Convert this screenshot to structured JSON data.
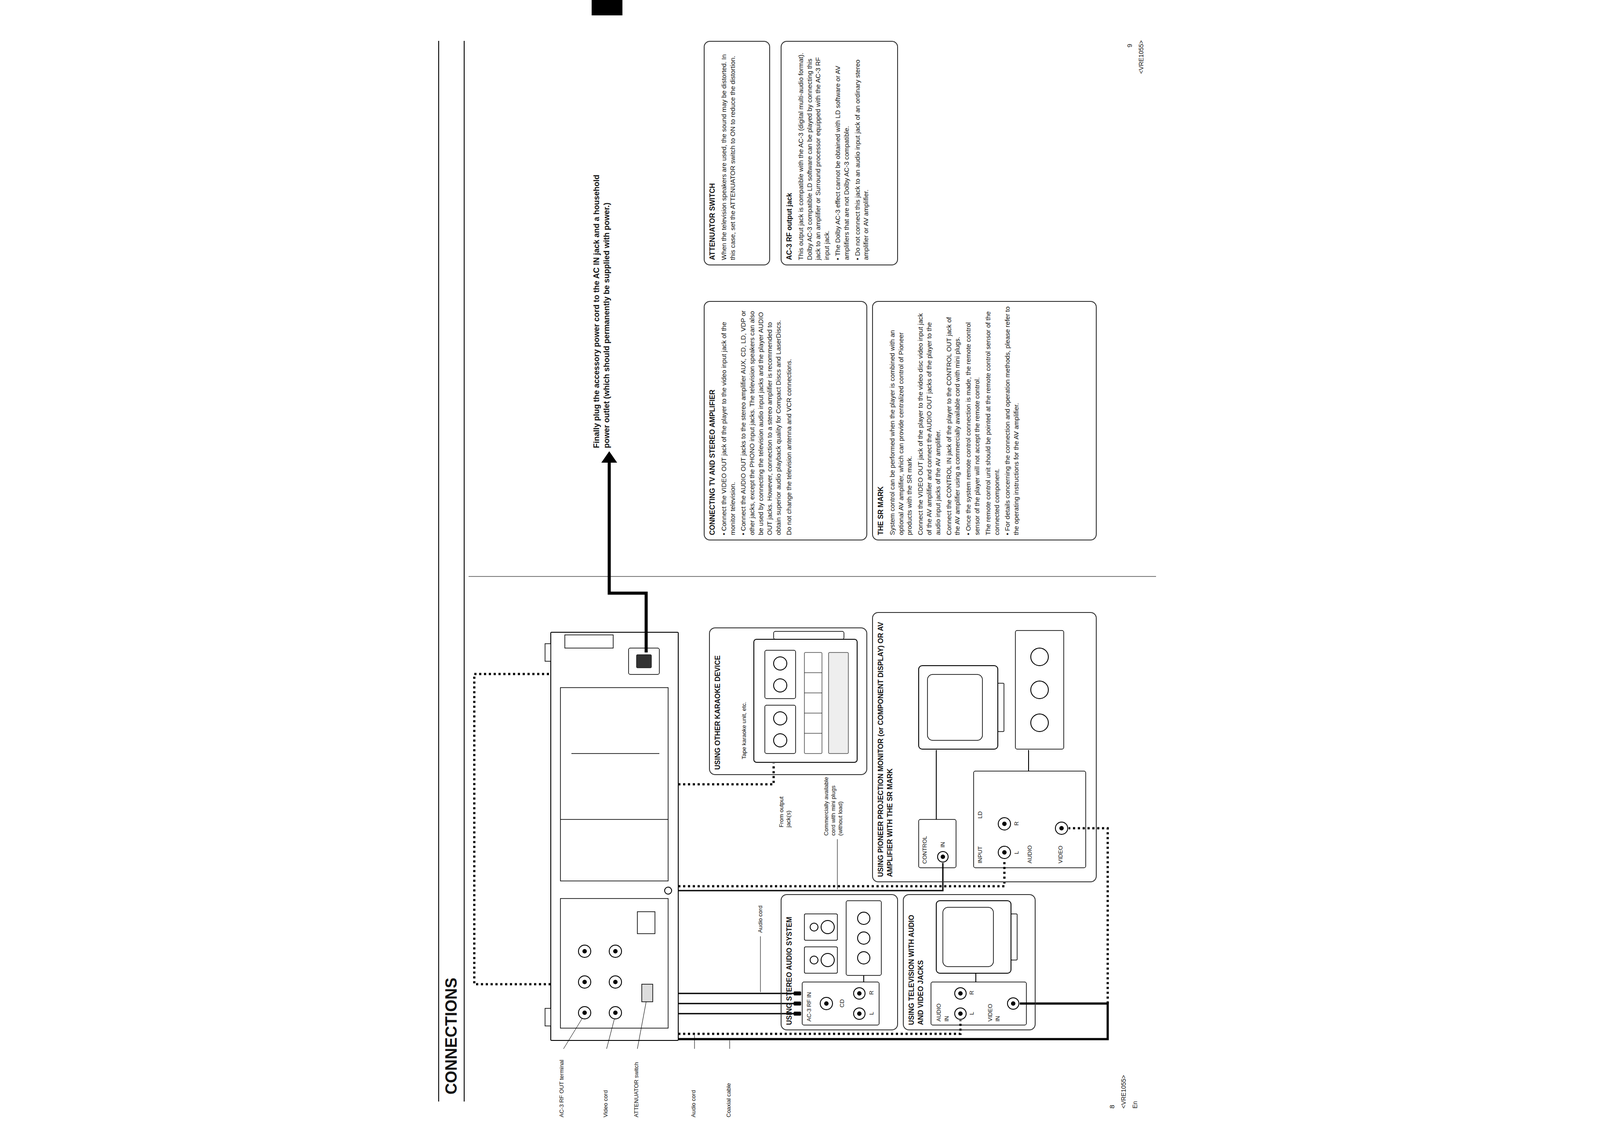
{
  "diagram": {
    "title": "CONNECTIONS",
    "nodes": [
      {
        "text": [
          "USING STEREO AUDIO SYSTEM"
        ]
      },
      {
        "text": [
          "USING TELEVISION WITH AUDIO AND VIDEO JACKS"
        ]
      },
      {
        "text": [
          "USING OTHER KARAOKE DEVICE"
        ]
      },
      {
        "text": [
          "USING PIONEER PROJECTION MONITOR (or COMPONENT DISPLAY) OR AV AMPLIFIER WITH THE SR MARK"
        ]
      },
      {
        "text": [
          "CONNECTING TV AND STEREO AMPLIFIER",
          "• Connect the VIDEO OUT jack of the player to the video input jack of the monitor television.",
          "• Connect the AUDIO OUT jacks to the stereo amplifier AUX, CD, LD, VDP or other jacks, except the PHONO input jacks. The television speakers can also be used by connecting the television audio input jacks and the player AUDIO OUT jacks. However, connection to a stereo amplifier is recommended to obtain superior audio playback quality for Compact Discs and LaserDiscs.",
          "Do not change the television antenna and VCR connections."
        ]
      },
      {
        "text": [
          "THE SR MARK",
          "System control can be performed when the player is combined with an optional AV amplifier, which can provide centralized control of Pioneer products with the SR mark.",
          "Connect the VIDEO OUT jack of the player to the video disc video input jack of the AV amplifier and connect the AUDIO OUT jacks of the player to the audio input jacks of the AV amplifier.",
          "Connect the CONTROL IN jack of the player to the CONTROL OUT jack of the AV amplifier using a commercially available cord with mini plugs.",
          "• Once the system remote control connection is made, the remote control sensor of the player will not accept the remote control.",
          "The remote control unit should be pointed at the remote control sensor of the connected component.",
          "• For details concerning the connection and operation methods, please refer to the operating instructions for the AV amplifier."
        ]
      },
      {
        "text": [
          "ATTENUATOR SWITCH",
          "When the television speakers are used, the sound may be distorted. In this case, set the ATTENUATOR switch to ON to reduce the distortion."
        ]
      },
      {
        "text": [
          "AC-3 RF output jack",
          "This output jack is compatible with the AC-3 (digital multi-audio format). Dolby AC-3 compatible LD software can be played by connecting this jack to an amplifier or Surround processor equipped with the AC-3 RF input jack.",
          "• The Dolby AC-3 effect cannot be obtained with LD software or AV amplifiers that are not Dolby AC-3 compatible.",
          "• Do not connect this jack to an audio input jack of an ordinary stereo amplifier or AV amplifier."
        ]
      }
    ],
    "labels": [
      "8",
      "<VRE1055>",
      "En",
      "9",
      "<VRE1055>",
      "AC-3 RF OUT terminal",
      "Video cord",
      "ATTENUATOR switch",
      "Audio cord",
      "Coaxial cable",
      "Audio cord",
      "Commercially available cord with mini plugs (without load)",
      "From output jack(s)",
      "Tape karaoke unit, etc.",
      "AC-3 RF IN",
      "CD",
      "L",
      "R",
      "AUDIO",
      "IN",
      "L",
      "R",
      "VIDEO",
      "IN",
      "CONTROL",
      "IN",
      "INPUT",
      "LD",
      "L",
      "R",
      "AUDIO",
      "VIDEO",
      "Finally plug the accessory power cord to the AC IN jack and a household power outlet (which should permanently be supplied with power.)"
    ]
  }
}
